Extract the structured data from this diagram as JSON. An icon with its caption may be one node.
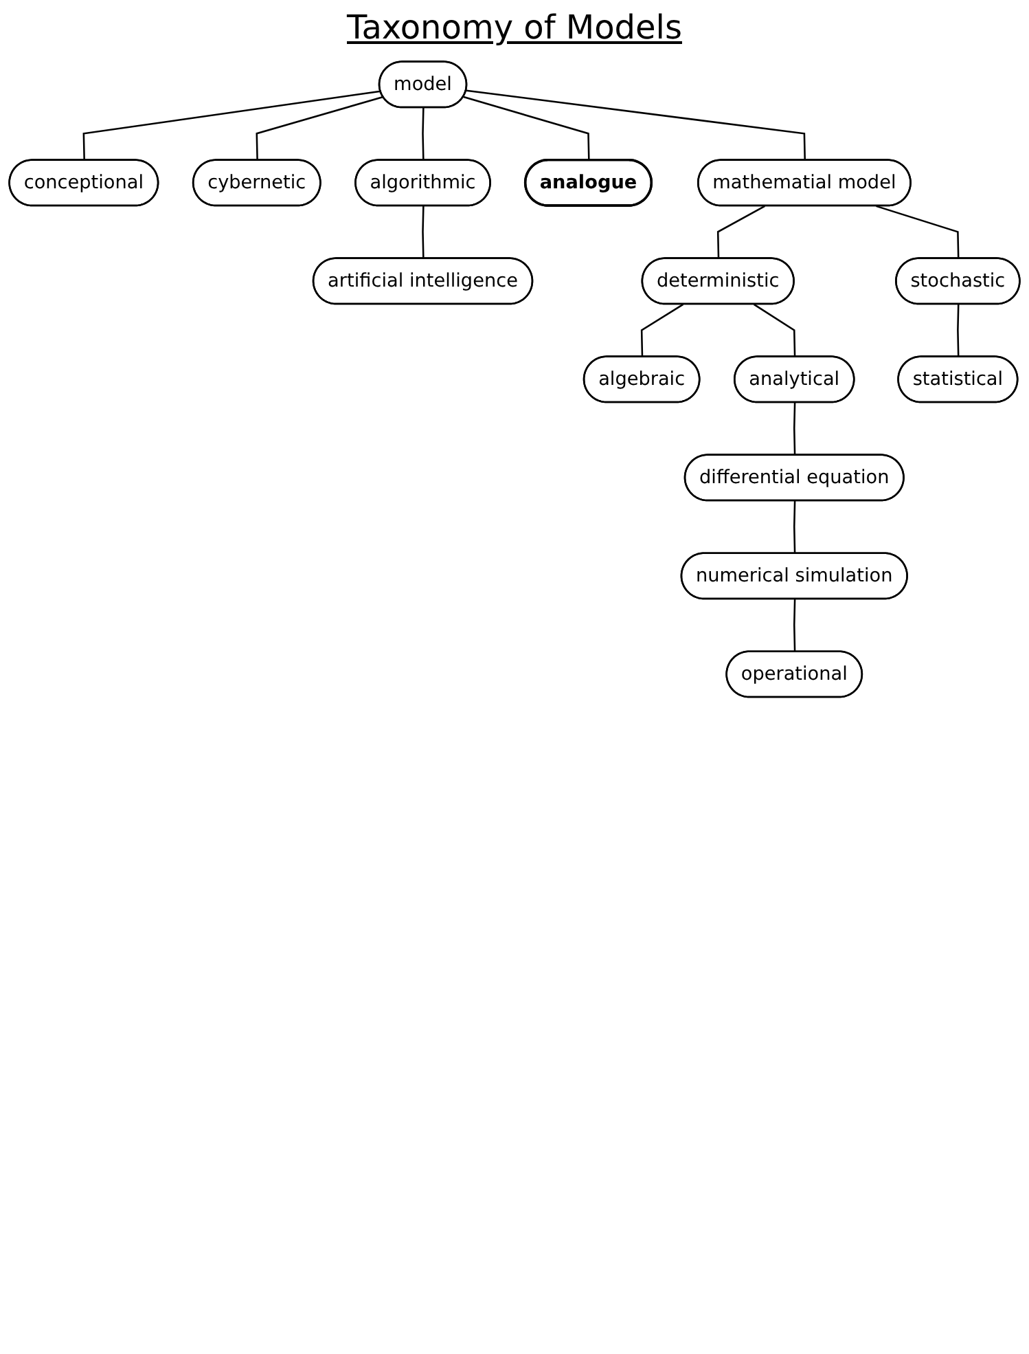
{
  "diagram": {
    "title": "Taxonomy of Models",
    "nodes": [
      {
        "text": [
          "model"
        ]
      },
      {
        "text": [
          "conceptional"
        ]
      },
      {
        "text": [
          "cybernetic"
        ]
      },
      {
        "text": [
          "algorithmic"
        ]
      },
      {
        "text": [
          "analogue"
        ]
      },
      {
        "text": [
          "artificial intelligence"
        ]
      },
      {
        "text": [
          "mathematial model"
        ]
      },
      {
        "text": [
          "deterministic"
        ]
      },
      {
        "text": [
          "stochastic"
        ]
      },
      {
        "text": [
          "algebraic"
        ]
      },
      {
        "text": [
          "analytical"
        ]
      },
      {
        "text": [
          "statistical"
        ]
      },
      {
        "text": [
          "differential equation"
        ]
      },
      {
        "text": [
          "numerical simulation"
        ]
      },
      {
        "text": [
          "operational"
        ]
      }
    ],
    "edges": [
      {
        "from": 0,
        "to": 1,
        "arrow": "none"
      },
      {
        "from": 0,
        "to": 3,
        "arrow": "none"
      },
      {
        "from": 0,
        "to": 6,
        "arrow": "none"
      },
      {
        "from": 0,
        "to": 4,
        "arrow": "none"
      },
      {
        "from": 0,
        "to": 2,
        "arrow": "none"
      },
      {
        "from": 3,
        "to": 5,
        "arrow": "none"
      },
      {
        "from": 6,
        "to": 7,
        "arrow": "none"
      },
      {
        "from": 6,
        "to": 8,
        "arrow": "none"
      },
      {
        "from": 7,
        "to": 9,
        "arrow": "none"
      },
      {
        "from": 7,
        "to": 10,
        "arrow": "none"
      },
      {
        "from": 8,
        "to": 11,
        "arrow": "none"
      },
      {
        "from": 10,
        "to": 12,
        "arrow": "none"
      },
      {
        "from": 12,
        "to": 13,
        "arrow": "none"
      },
      {
        "from": 13,
        "to": 14,
        "arrow": "none"
      }
    ]
  }
}
